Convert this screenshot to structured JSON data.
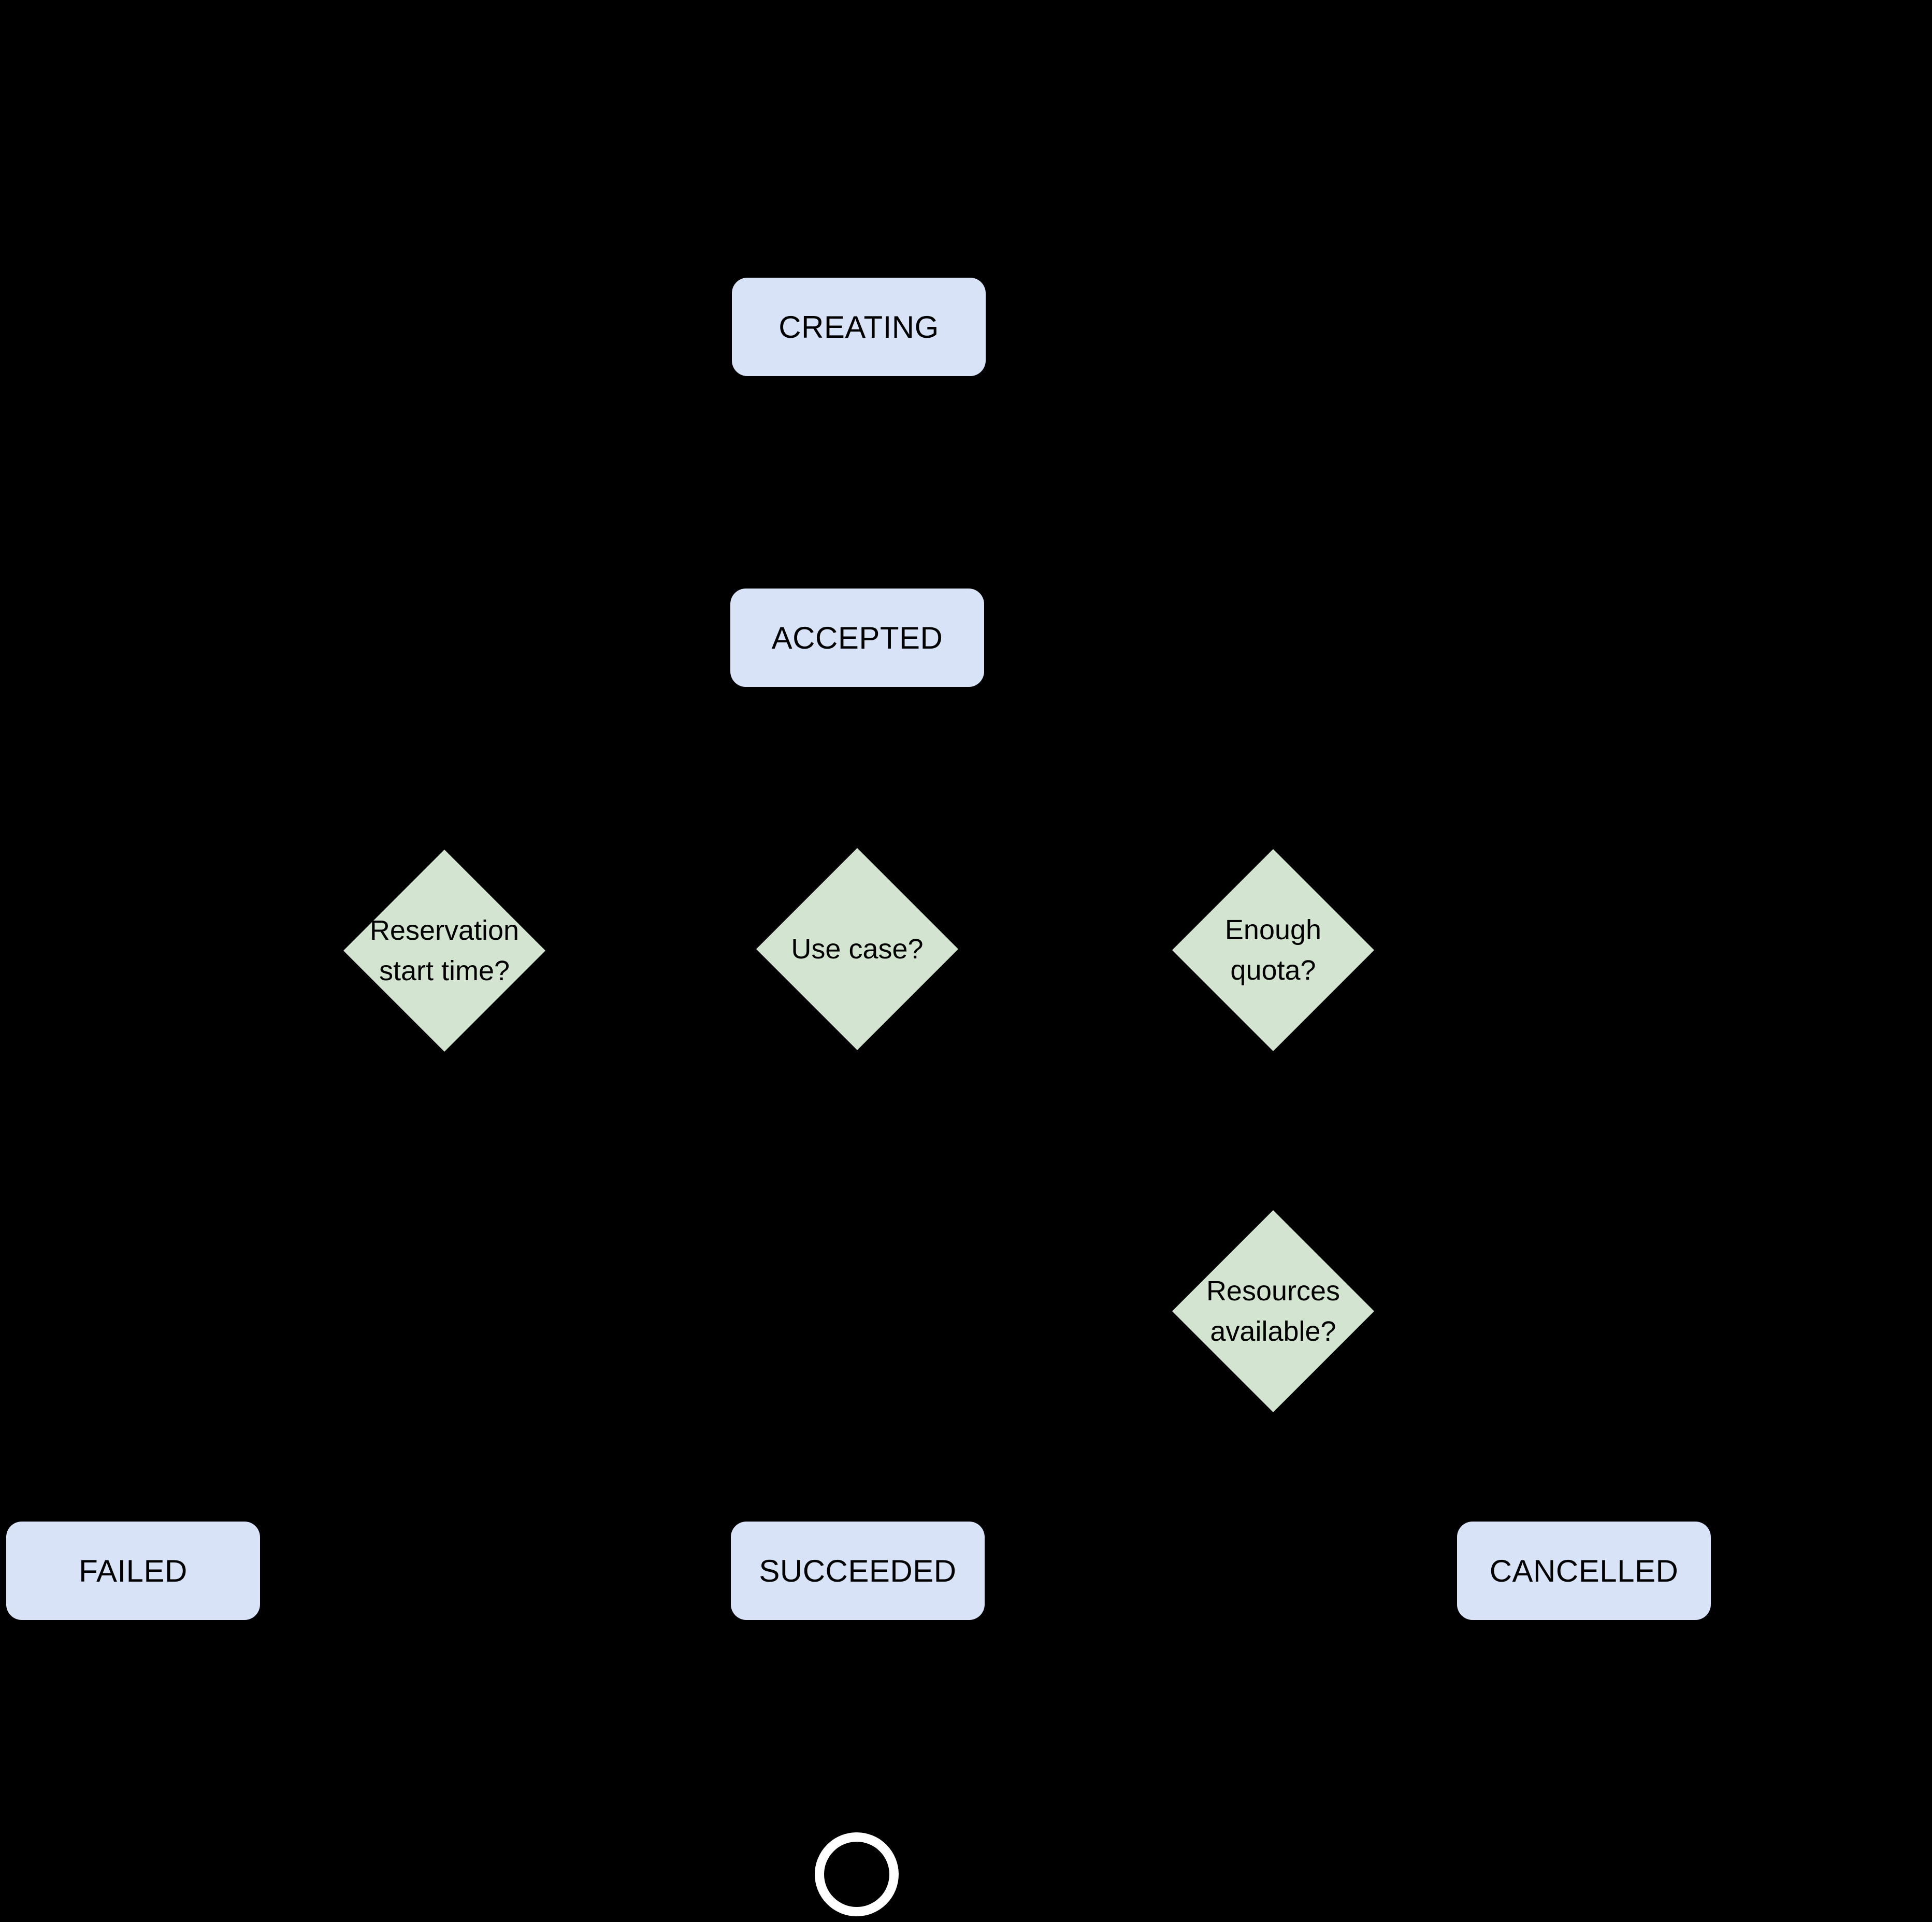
{
  "colors": {
    "background": "#000000",
    "state_fill": "#d8e3f8",
    "decision_fill": "#d3e4d1",
    "text": "#000000",
    "end_ring": "#ffffff"
  },
  "nodes": {
    "creating": {
      "label": "CREATING"
    },
    "accepted": {
      "label": "ACCEPTED"
    },
    "reservation_start_time": {
      "lines": [
        "Reservation",
        "start time?"
      ]
    },
    "use_case": {
      "lines": [
        "Use case?"
      ]
    },
    "enough_quota": {
      "lines": [
        "Enough",
        "quota?"
      ]
    },
    "resources_available": {
      "lines": [
        "Resources",
        "available?"
      ]
    },
    "failed": {
      "label": "FAILED"
    },
    "succeeded": {
      "label": "SUCCEEDED"
    },
    "cancelled": {
      "label": "CANCELLED"
    }
  }
}
